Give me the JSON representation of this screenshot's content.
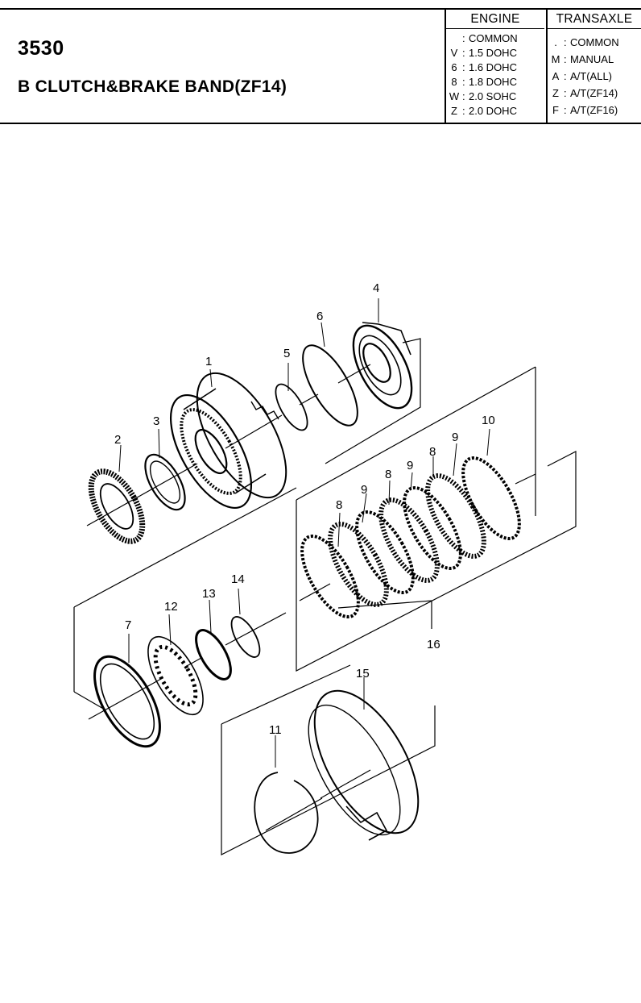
{
  "header": {
    "code": "3530",
    "title": "B CLUTCH&BRAKE BAND(ZF14)"
  },
  "legend": {
    "engine": {
      "heading": "ENGINE",
      "rows": [
        {
          "code": "",
          "label": "COMMON"
        },
        {
          "code": "V",
          "label": "1.5 DOHC"
        },
        {
          "code": "6",
          "label": "1.6 DOHC"
        },
        {
          "code": "8",
          "label": "1.8 DOHC"
        },
        {
          "code": "W",
          "label": "2.0 SOHC"
        },
        {
          "code": "Z",
          "label": "2.0 DOHC"
        }
      ]
    },
    "transaxle": {
      "heading": "TRANSAXLE",
      "rows": [
        {
          "code": ".",
          "label": "COMMON"
        },
        {
          "code": "M",
          "label": "MANUAL"
        },
        {
          "code": "A",
          "label": "A/T(ALL)"
        },
        {
          "code": "Z",
          "label": "A/T(ZF14)"
        },
        {
          "code": "F",
          "label": "A/T(ZF16)"
        }
      ]
    }
  },
  "callouts": {
    "c1": "1",
    "c2": "2",
    "c3": "3",
    "c4": "4",
    "c5": "5",
    "c6": "6",
    "c7": "7",
    "c8a": "8",
    "c8b": "8",
    "c8c": "8",
    "c9a": "9",
    "c9b": "9",
    "c9c": "9",
    "c10": "10",
    "c11": "11",
    "c12": "12",
    "c13": "13",
    "c14": "14",
    "c15": "15",
    "c16": "16"
  }
}
